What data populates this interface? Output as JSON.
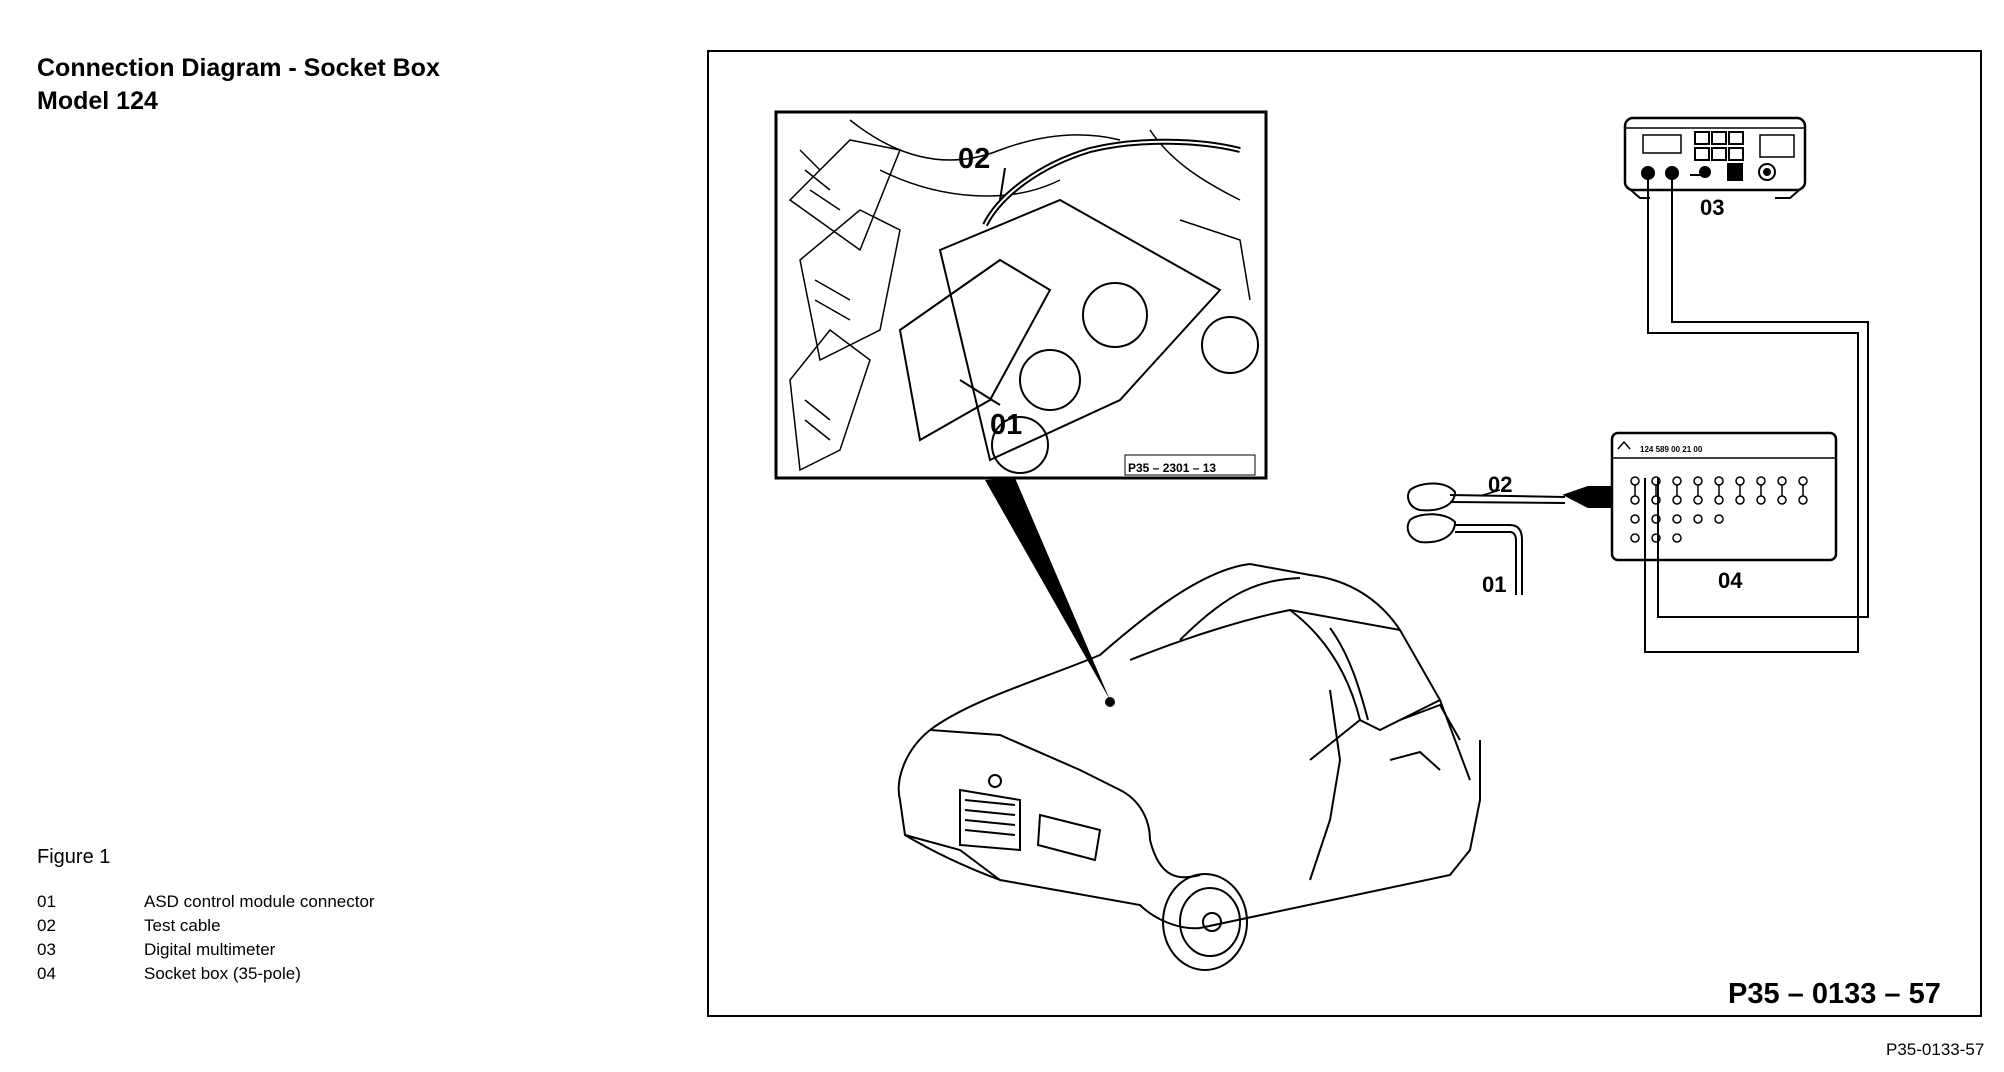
{
  "heading": {
    "line1": "Connection Diagram - Socket Box",
    "line2": "Model 124"
  },
  "figure": {
    "title": "Figure 1",
    "legend": [
      {
        "num": "01",
        "text": "ASD control module connector"
      },
      {
        "num": "02",
        "text": "Test cable"
      },
      {
        "num": "03",
        "text": "Digital multimeter"
      },
      {
        "num": "04",
        "text": "Socket box (35-pole)"
      }
    ]
  },
  "diagram": {
    "id_in_frame": "P35 – 0133 – 57",
    "inset_id": "P35 – 2301 – 13",
    "callouts": {
      "inset_cable": "02",
      "inset_connector": "01",
      "multimeter": "03",
      "socket_box": "04",
      "test_cable": "02",
      "connector": "01"
    },
    "socket_box_label": "124 589 00 21 00"
  },
  "footer_id": "P35-0133-57"
}
